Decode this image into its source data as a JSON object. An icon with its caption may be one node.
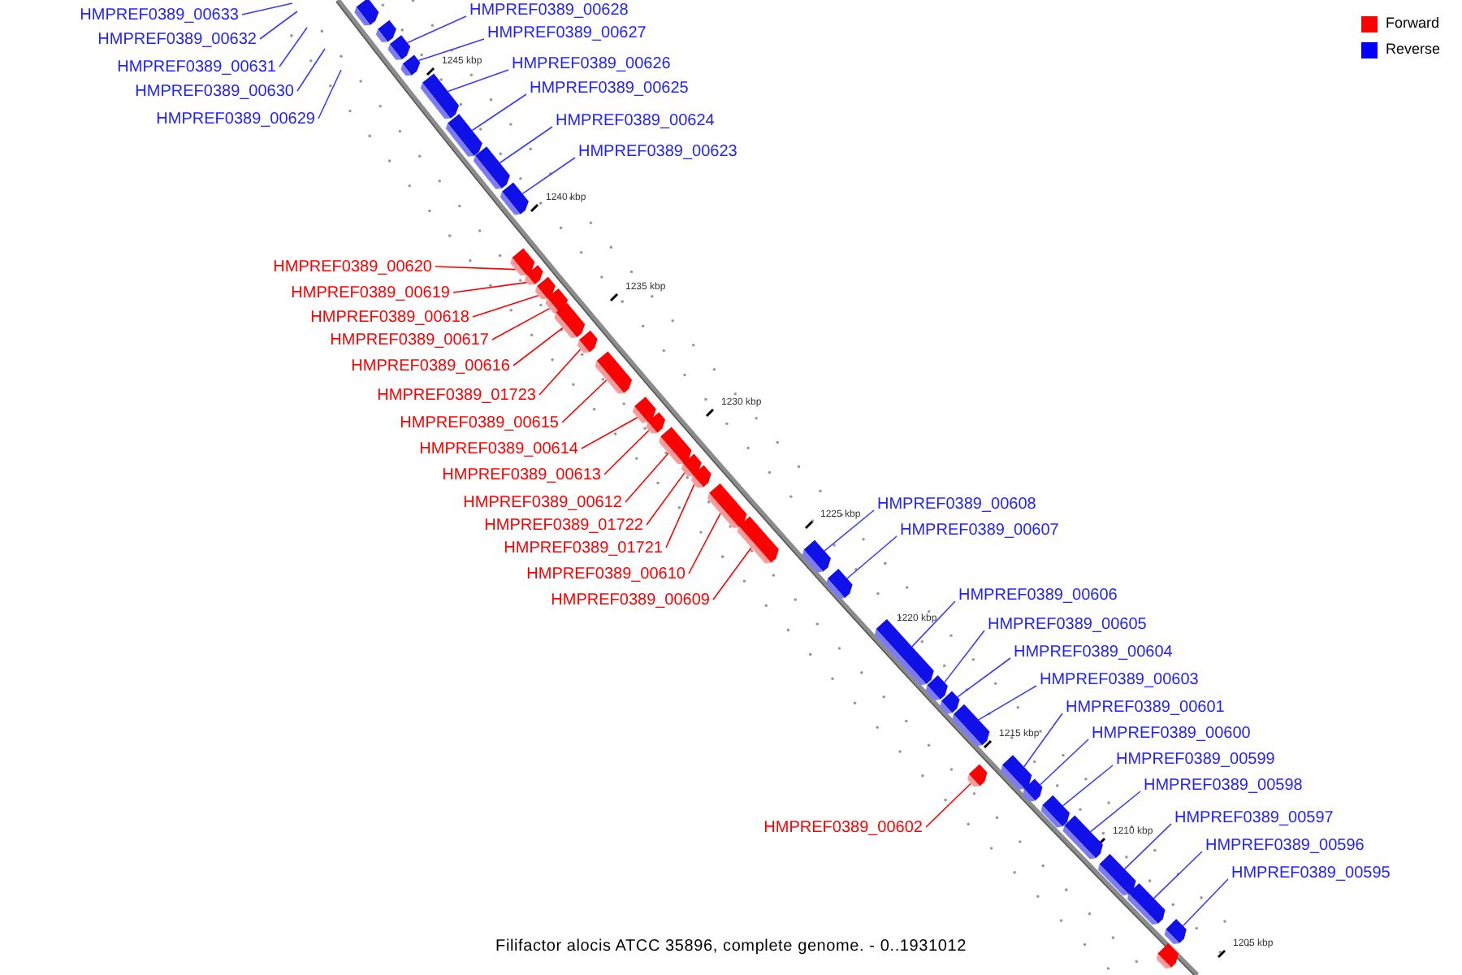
{
  "diagram": {
    "caption": "Filifactor alocis ATCC 35896, complete genome. - 0..1931012",
    "nodes": [
      {
        "text": [
          "HMPREF0389_00633"
        ]
      },
      {
        "text": [
          "HMPREF0389_00632"
        ]
      },
      {
        "text": [
          "HMPREF0389_00631"
        ]
      },
      {
        "text": [
          "HMPREF0389_00630"
        ]
      },
      {
        "text": [
          "HMPREF0389_00629"
        ]
      },
      {
        "text": [],
        "shape": "box"
      },
      {
        "text": [],
        "shape": "box"
      },
      {
        "text": [
          "HMPREF0389_00628"
        ]
      },
      {
        "text": [],
        "shape": "box"
      },
      {
        "text": [
          "HMPREF0389_00627"
        ]
      },
      {
        "text": [],
        "shape": "box"
      },
      {
        "text": [
          "HMPREF0389_00626"
        ]
      },
      {
        "text": [],
        "shape": "box"
      },
      {
        "text": [
          "HMPREF0389_00625"
        ]
      },
      {
        "text": [],
        "shape": "box"
      },
      {
        "text": [
          "HMPREF0389_00624"
        ]
      },
      {
        "text": [],
        "shape": "box"
      },
      {
        "text": [
          "HMPREF0389_00623"
        ]
      },
      {
        "text": [],
        "shape": "box"
      },
      {
        "text": [
          "HMPREF0389_00620"
        ]
      },
      {
        "text": [],
        "shape": "box"
      },
      {
        "text": [
          "HMPREF0389_00619"
        ]
      },
      {
        "text": [],
        "shape": "box"
      },
      {
        "text": [
          "HMPREF0389_00618"
        ]
      },
      {
        "text": [],
        "shape": "box"
      },
      {
        "text": [
          "HMPREF0389_00617"
        ]
      },
      {
        "text": [],
        "shape": "box"
      },
      {
        "text": [
          "HMPREF0389_00616"
        ]
      },
      {
        "text": [],
        "shape": "box"
      },
      {
        "text": [
          "HMPREF0389_01723"
        ]
      },
      {
        "text": [],
        "shape": "box"
      },
      {
        "text": [
          "HMPREF0389_00615"
        ]
      },
      {
        "text": [],
        "shape": "box"
      },
      {
        "text": [
          "HMPREF0389_00614"
        ]
      },
      {
        "text": [],
        "shape": "box"
      },
      {
        "text": [
          "HMPREF0389_00613"
        ]
      },
      {
        "text": [],
        "shape": "box"
      },
      {
        "text": [
          "HMPREF0389_00612"
        ]
      },
      {
        "text": [],
        "shape": "box"
      },
      {
        "text": [
          "HMPREF0389_01722"
        ]
      },
      {
        "text": [],
        "shape": "box"
      },
      {
        "text": [
          "HMPREF0389_01721"
        ]
      },
      {
        "text": [],
        "shape": "box"
      },
      {
        "text": [
          "HMPREF0389_00610"
        ]
      },
      {
        "text": [],
        "shape": "box"
      },
      {
        "text": [
          "HMPREF0389_00609"
        ]
      },
      {
        "text": [],
        "shape": "box"
      },
      {
        "text": [
          "HMPREF0389_00608"
        ]
      },
      {
        "text": [],
        "shape": "box"
      },
      {
        "text": [
          "HMPREF0389_00607"
        ]
      },
      {
        "text": [],
        "shape": "box"
      },
      {
        "text": [
          "HMPREF0389_00606"
        ]
      },
      {
        "text": [],
        "shape": "box"
      },
      {
        "text": [
          "HMPREF0389_00605"
        ]
      },
      {
        "text": [],
        "shape": "box"
      },
      {
        "text": [
          "HMPREF0389_00604"
        ]
      },
      {
        "text": [],
        "shape": "box"
      },
      {
        "text": [
          "HMPREF0389_00603"
        ]
      },
      {
        "text": [],
        "shape": "box"
      },
      {
        "text": [
          "HMPREF0389_00601"
        ]
      },
      {
        "text": [],
        "shape": "box"
      },
      {
        "text": [
          "HMPREF0389_00600"
        ]
      },
      {
        "text": [],
        "shape": "box"
      },
      {
        "text": [
          "HMPREF0389_00599"
        ]
      },
      {
        "text": [],
        "shape": "box"
      },
      {
        "text": [
          "HMPREF0389_00598"
        ]
      },
      {
        "text": [],
        "shape": "box"
      },
      {
        "text": [
          "HMPREF0389_00597"
        ]
      },
      {
        "text": [],
        "shape": "box"
      },
      {
        "text": [
          "HMPREF0389_00596"
        ]
      },
      {
        "text": [],
        "shape": "box"
      },
      {
        "text": [
          "HMPREF0389_00595"
        ]
      },
      {
        "text": [],
        "shape": "box"
      },
      {
        "text": [
          "HMPREF0389_00602"
        ]
      },
      {
        "text": [],
        "shape": "box"
      },
      {
        "text": [],
        "shape": "box"
      }
    ],
    "edges": [
      {
        "from": 0,
        "to": null,
        "arrow": "none"
      },
      {
        "from": 1,
        "to": null,
        "arrow": "none"
      },
      {
        "from": 2,
        "to": null,
        "arrow": "none"
      },
      {
        "from": 3,
        "to": null,
        "arrow": "none"
      },
      {
        "from": 4,
        "to": null,
        "arrow": "none"
      },
      {
        "from": 7,
        "to": 8,
        "arrow": "none"
      },
      {
        "from": 9,
        "to": 10,
        "arrow": "none"
      },
      {
        "from": 11,
        "to": 12,
        "arrow": "none"
      },
      {
        "from": 13,
        "to": 14,
        "arrow": "none"
      },
      {
        "from": 15,
        "to": 16,
        "arrow": "none"
      },
      {
        "from": 17,
        "to": 18,
        "arrow": "none"
      },
      {
        "from": 19,
        "to": 20,
        "arrow": "none",
        "color": "#ff0000"
      },
      {
        "from": 21,
        "to": 22,
        "arrow": "none",
        "color": "#ff0000"
      },
      {
        "from": 23,
        "to": 24,
        "arrow": "none",
        "color": "#ff0000"
      },
      {
        "from": 25,
        "to": 26,
        "arrow": "none",
        "color": "#ff0000"
      },
      {
        "from": 27,
        "to": 28,
        "arrow": "none",
        "color": "#ff0000"
      },
      {
        "from": 29,
        "to": 30,
        "arrow": "none",
        "color": "#ff0000"
      },
      {
        "from": 31,
        "to": 32,
        "arrow": "none",
        "color": "#ff0000"
      },
      {
        "from": 33,
        "to": 34,
        "arrow": "none",
        "color": "#ff0000"
      },
      {
        "from": 35,
        "to": 36,
        "arrow": "none",
        "color": "#ff0000"
      },
      {
        "from": 37,
        "to": 38,
        "arrow": "none",
        "color": "#ff0000"
      },
      {
        "from": 39,
        "to": 40,
        "arrow": "none",
        "color": "#ff0000"
      },
      {
        "from": 41,
        "to": 42,
        "arrow": "none",
        "color": "#ff0000"
      },
      {
        "from": 43,
        "to": 44,
        "arrow": "none",
        "color": "#ff0000"
      },
      {
        "from": 45,
        "to": 46,
        "arrow": "none",
        "color": "#ff0000"
      },
      {
        "from": 47,
        "to": 48,
        "arrow": "none"
      },
      {
        "from": 49,
        "to": 50,
        "arrow": "none"
      },
      {
        "from": 51,
        "to": 52,
        "arrow": "none"
      },
      {
        "from": 53,
        "to": 54,
        "arrow": "none"
      },
      {
        "from": 55,
        "to": 56,
        "arrow": "none"
      },
      {
        "from": 57,
        "to": 58,
        "arrow": "none"
      },
      {
        "from": 59,
        "to": 60,
        "arrow": "none"
      },
      {
        "from": 61,
        "to": 62,
        "arrow": "none"
      },
      {
        "from": 63,
        "to": 64,
        "arrow": "none"
      },
      {
        "from": 65,
        "to": 66,
        "arrow": "none"
      },
      {
        "from": 67,
        "to": 68,
        "arrow": "none"
      },
      {
        "from": 69,
        "to": 70,
        "arrow": "none"
      },
      {
        "from": 71,
        "to": 72,
        "arrow": "none"
      },
      {
        "from": 73,
        "to": 74,
        "arrow": "none",
        "color": "#ff0000"
      }
    ],
    "labels": [
      "1245 kbp",
      "1240 kbp",
      "1235 kbp",
      "1230 kbp",
      "1225 kbp",
      "1220 kbp",
      "1215 kbp",
      "1210 kbp",
      "1205 kbp"
    ],
    "legend": [
      {
        "text": "Forward",
        "color": "#ff0000"
      },
      {
        "text": "Reverse",
        "color": "#0000ff"
      }
    ]
  }
}
